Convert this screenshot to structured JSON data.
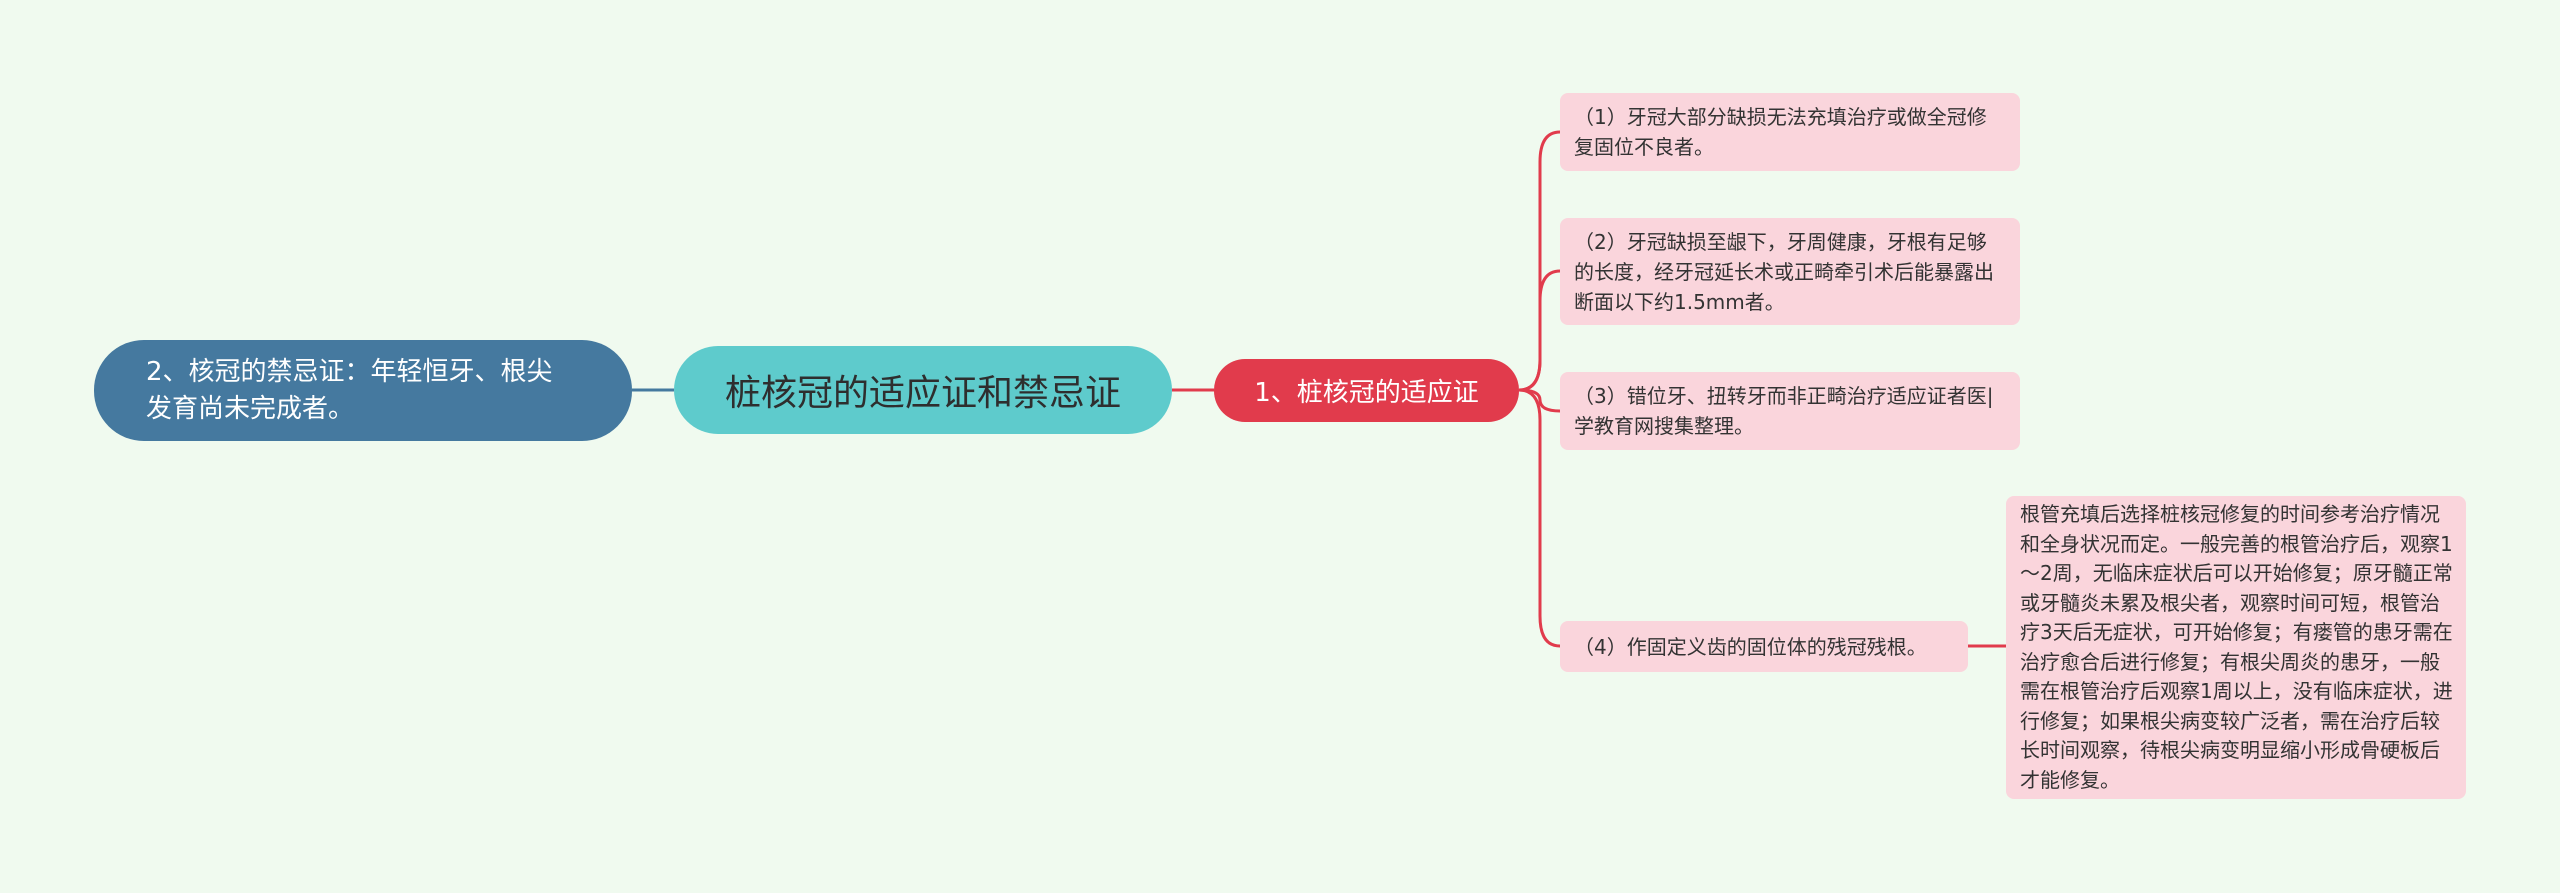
{
  "colors": {
    "background": "#f0faef",
    "root_fill": "#5ecbcc",
    "left_branch_fill": "#45799f",
    "right_branch_fill": "#e13b4c",
    "leaf_fill": "#fad5dc",
    "left_connector": "#45799f",
    "right_connector": "#e13b4c"
  },
  "mindmap": {
    "root": "桩核冠的适应证和禁忌证",
    "left_branch": "2、核冠的禁忌证：年轻恒牙、根尖发育尚未完成者。",
    "right_branch": {
      "label": "1、桩核冠的适应证",
      "children": [
        "（1）牙冠大部分缺损无法充填治疗或做全冠修复固位不良者。",
        "（2）牙冠缺损至龈下，牙周健康，牙根有足够的长度，经牙冠延长术或正畸牵引术后能暴露出断面以下约1.5mm者。",
        "（3）错位牙、扭转牙而非正畸治疗适应证者医|学教育网搜集整理。",
        "（4）作固定义齿的固位体的残冠残根。"
      ],
      "note": "根管充填后选择桩核冠修复的时间参考治疗情况和全身状况而定。一般完善的根管治疗后，观察1～2周，无临床症状后可以开始修复；原牙髓正常或牙髓炎未累及根尖者，观察时间可短，根管治疗3天后无症状，可开始修复；有瘘管的患牙需在治疗愈合后进行修复；有根尖周炎的患牙，一般需在根管治疗后观察1周以上，没有临床症状，进行修复；如果根尖病变较广泛者，需在治疗后较长时间观察，待根尖病变明显缩小形成骨硬板后才能修复。"
    }
  }
}
